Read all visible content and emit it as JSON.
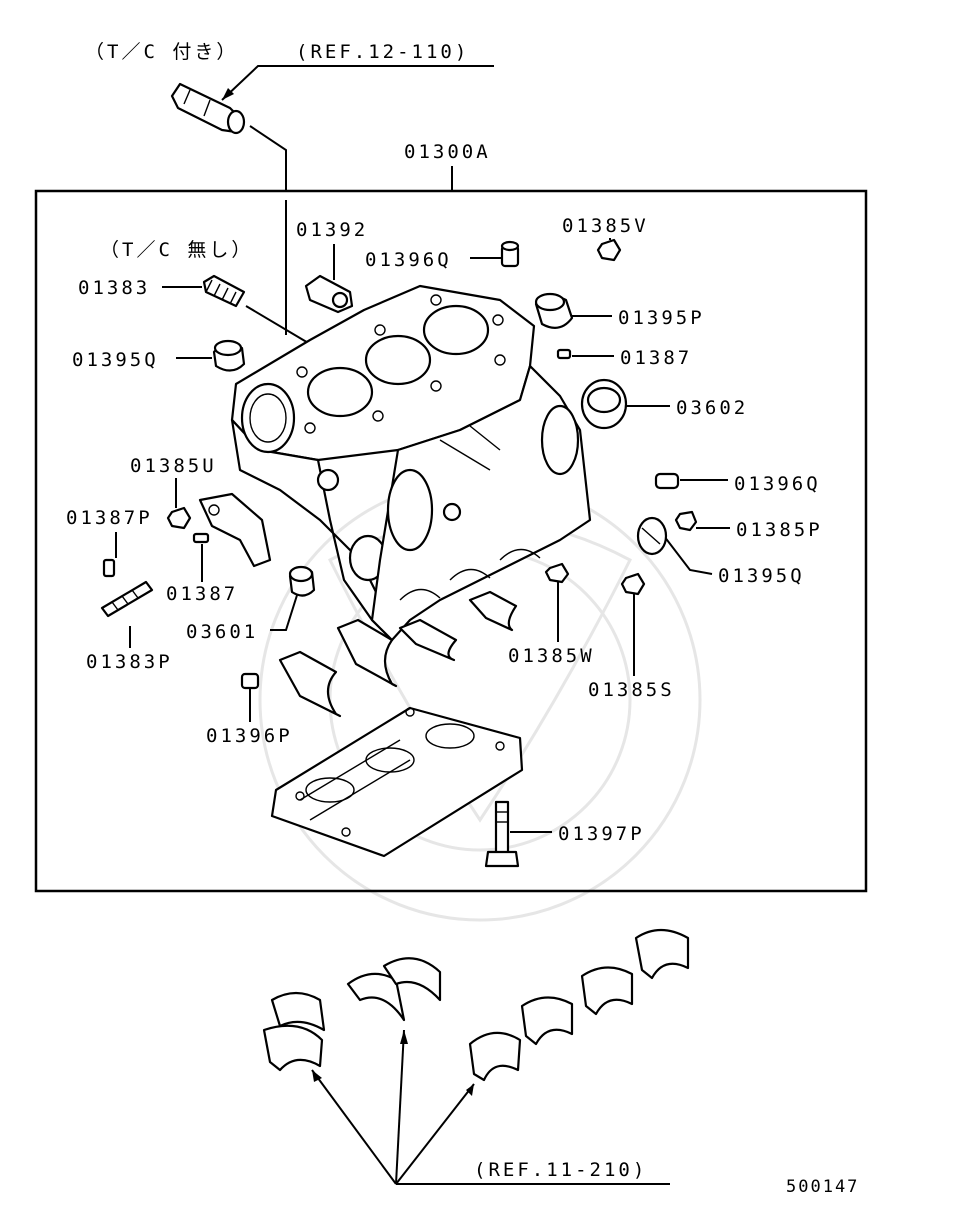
{
  "annotations": {
    "tc_with": "（T／C 付き）",
    "tc_without": "（T／C 無し）",
    "ref_top": "(REF.12-110)",
    "ref_bottom": "(REF.11-210)",
    "assembly": "01300A"
  },
  "parts": {
    "p01392": "01392",
    "p01396Q_top": "01396Q",
    "p01385V": "01385V",
    "p01383": "01383",
    "p01395P": "01395P",
    "p01395Q_left": "01395Q",
    "p01387_right": "01387",
    "p03602": "03602",
    "p01385U": "01385U",
    "p01396Q_right": "01396Q",
    "p01387P": "01387P",
    "p01385P": "01385P",
    "p01387_left": "01387",
    "p01395Q_right": "01395Q",
    "p03601": "03601",
    "p01383P": "01383P",
    "p01385W": "01385W",
    "p01385S": "01385S",
    "p01396P": "01396P",
    "p01397P": "01397P"
  },
  "diagram_code": "500147"
}
